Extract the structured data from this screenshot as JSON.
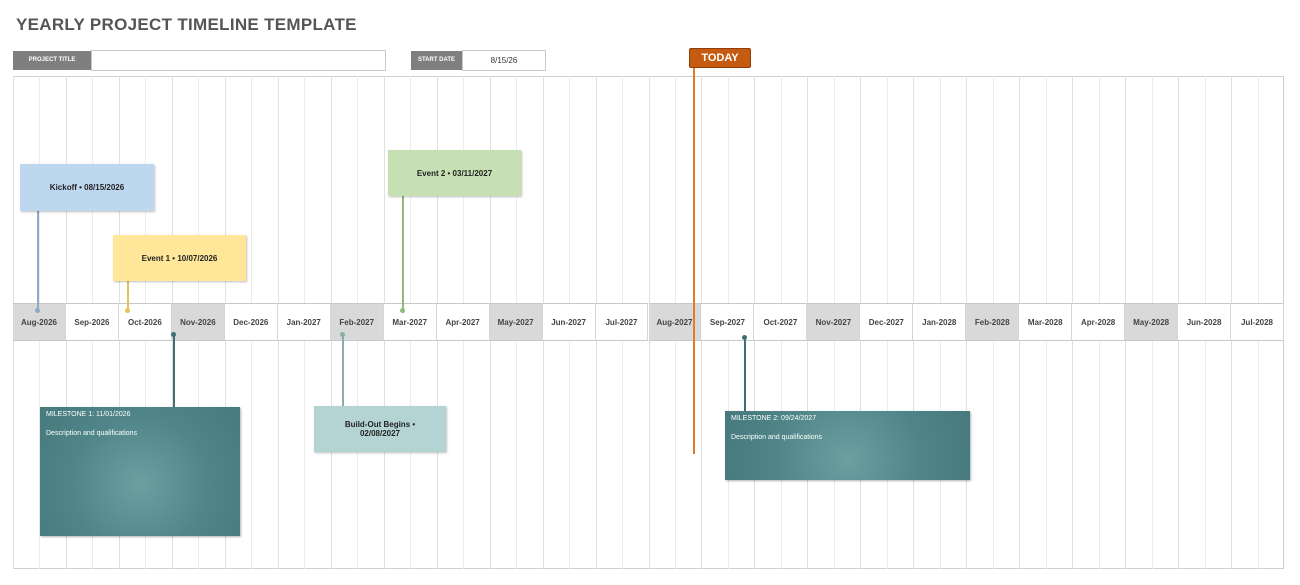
{
  "page": {
    "title": "YEARLY PROJECT TIMELINE TEMPLATE"
  },
  "header": {
    "project_title_label": "PROJECT TITLE",
    "project_title_value": "",
    "start_date_label": "START DATE",
    "start_date_value": "8/15/26"
  },
  "today": {
    "label": "TODAY"
  },
  "months": [
    {
      "label": "Aug-2026",
      "shaded": true
    },
    {
      "label": "Sep-2026",
      "shaded": false
    },
    {
      "label": "Oct-2026",
      "shaded": false
    },
    {
      "label": "Nov-2026",
      "shaded": true
    },
    {
      "label": "Dec-2026",
      "shaded": false
    },
    {
      "label": "Jan-2027",
      "shaded": false
    },
    {
      "label": "Feb-2027",
      "shaded": true
    },
    {
      "label": "Mar-2027",
      "shaded": false
    },
    {
      "label": "Apr-2027",
      "shaded": false
    },
    {
      "label": "May-2027",
      "shaded": true
    },
    {
      "label": "Jun-2027",
      "shaded": false
    },
    {
      "label": "Jul-2027",
      "shaded": false
    },
    {
      "label": "Aug-2027",
      "shaded": true
    },
    {
      "label": "Sep-2027",
      "shaded": false
    },
    {
      "label": "Oct-2027",
      "shaded": false
    },
    {
      "label": "Nov-2027",
      "shaded": true
    },
    {
      "label": "Dec-2027",
      "shaded": false
    },
    {
      "label": "Jan-2028",
      "shaded": false
    },
    {
      "label": "Feb-2028",
      "shaded": true
    },
    {
      "label": "Mar-2028",
      "shaded": false
    },
    {
      "label": "Apr-2028",
      "shaded": false
    },
    {
      "label": "May-2028",
      "shaded": true
    },
    {
      "label": "Jun-2028",
      "shaded": false
    },
    {
      "label": "Jul-2028",
      "shaded": false
    }
  ],
  "events": {
    "kickoff": {
      "label": "Kickoff • 08/15/2026",
      "color": "#bdd7ee",
      "stem_color": "#8fa9c8"
    },
    "event1": {
      "label": "Event 1 • 10/07/2026",
      "color": "#ffe699",
      "stem_color": "#e7c15a"
    },
    "event2": {
      "label": "Event 2 • 03/11/2027",
      "color": "#c6e0b4",
      "stem_color": "#93b97b"
    },
    "buildout": {
      "label": "Build-Out Begins • 02/08/2027",
      "color": "#b4d4d4",
      "stem_color": "#86aeae"
    }
  },
  "milestones": {
    "m1": {
      "title": "MILESTONE 1: 11/01/2026",
      "description": "Description and qualifications",
      "color": "#4f8588"
    },
    "m2": {
      "title": "MILESTONE 2: 09/24/2027",
      "description": "Description and qualifications",
      "color": "#4f8588"
    }
  },
  "colors": {
    "today": "#c55a11",
    "today_line": "#e6792b",
    "shade": "#d9d9d9"
  }
}
